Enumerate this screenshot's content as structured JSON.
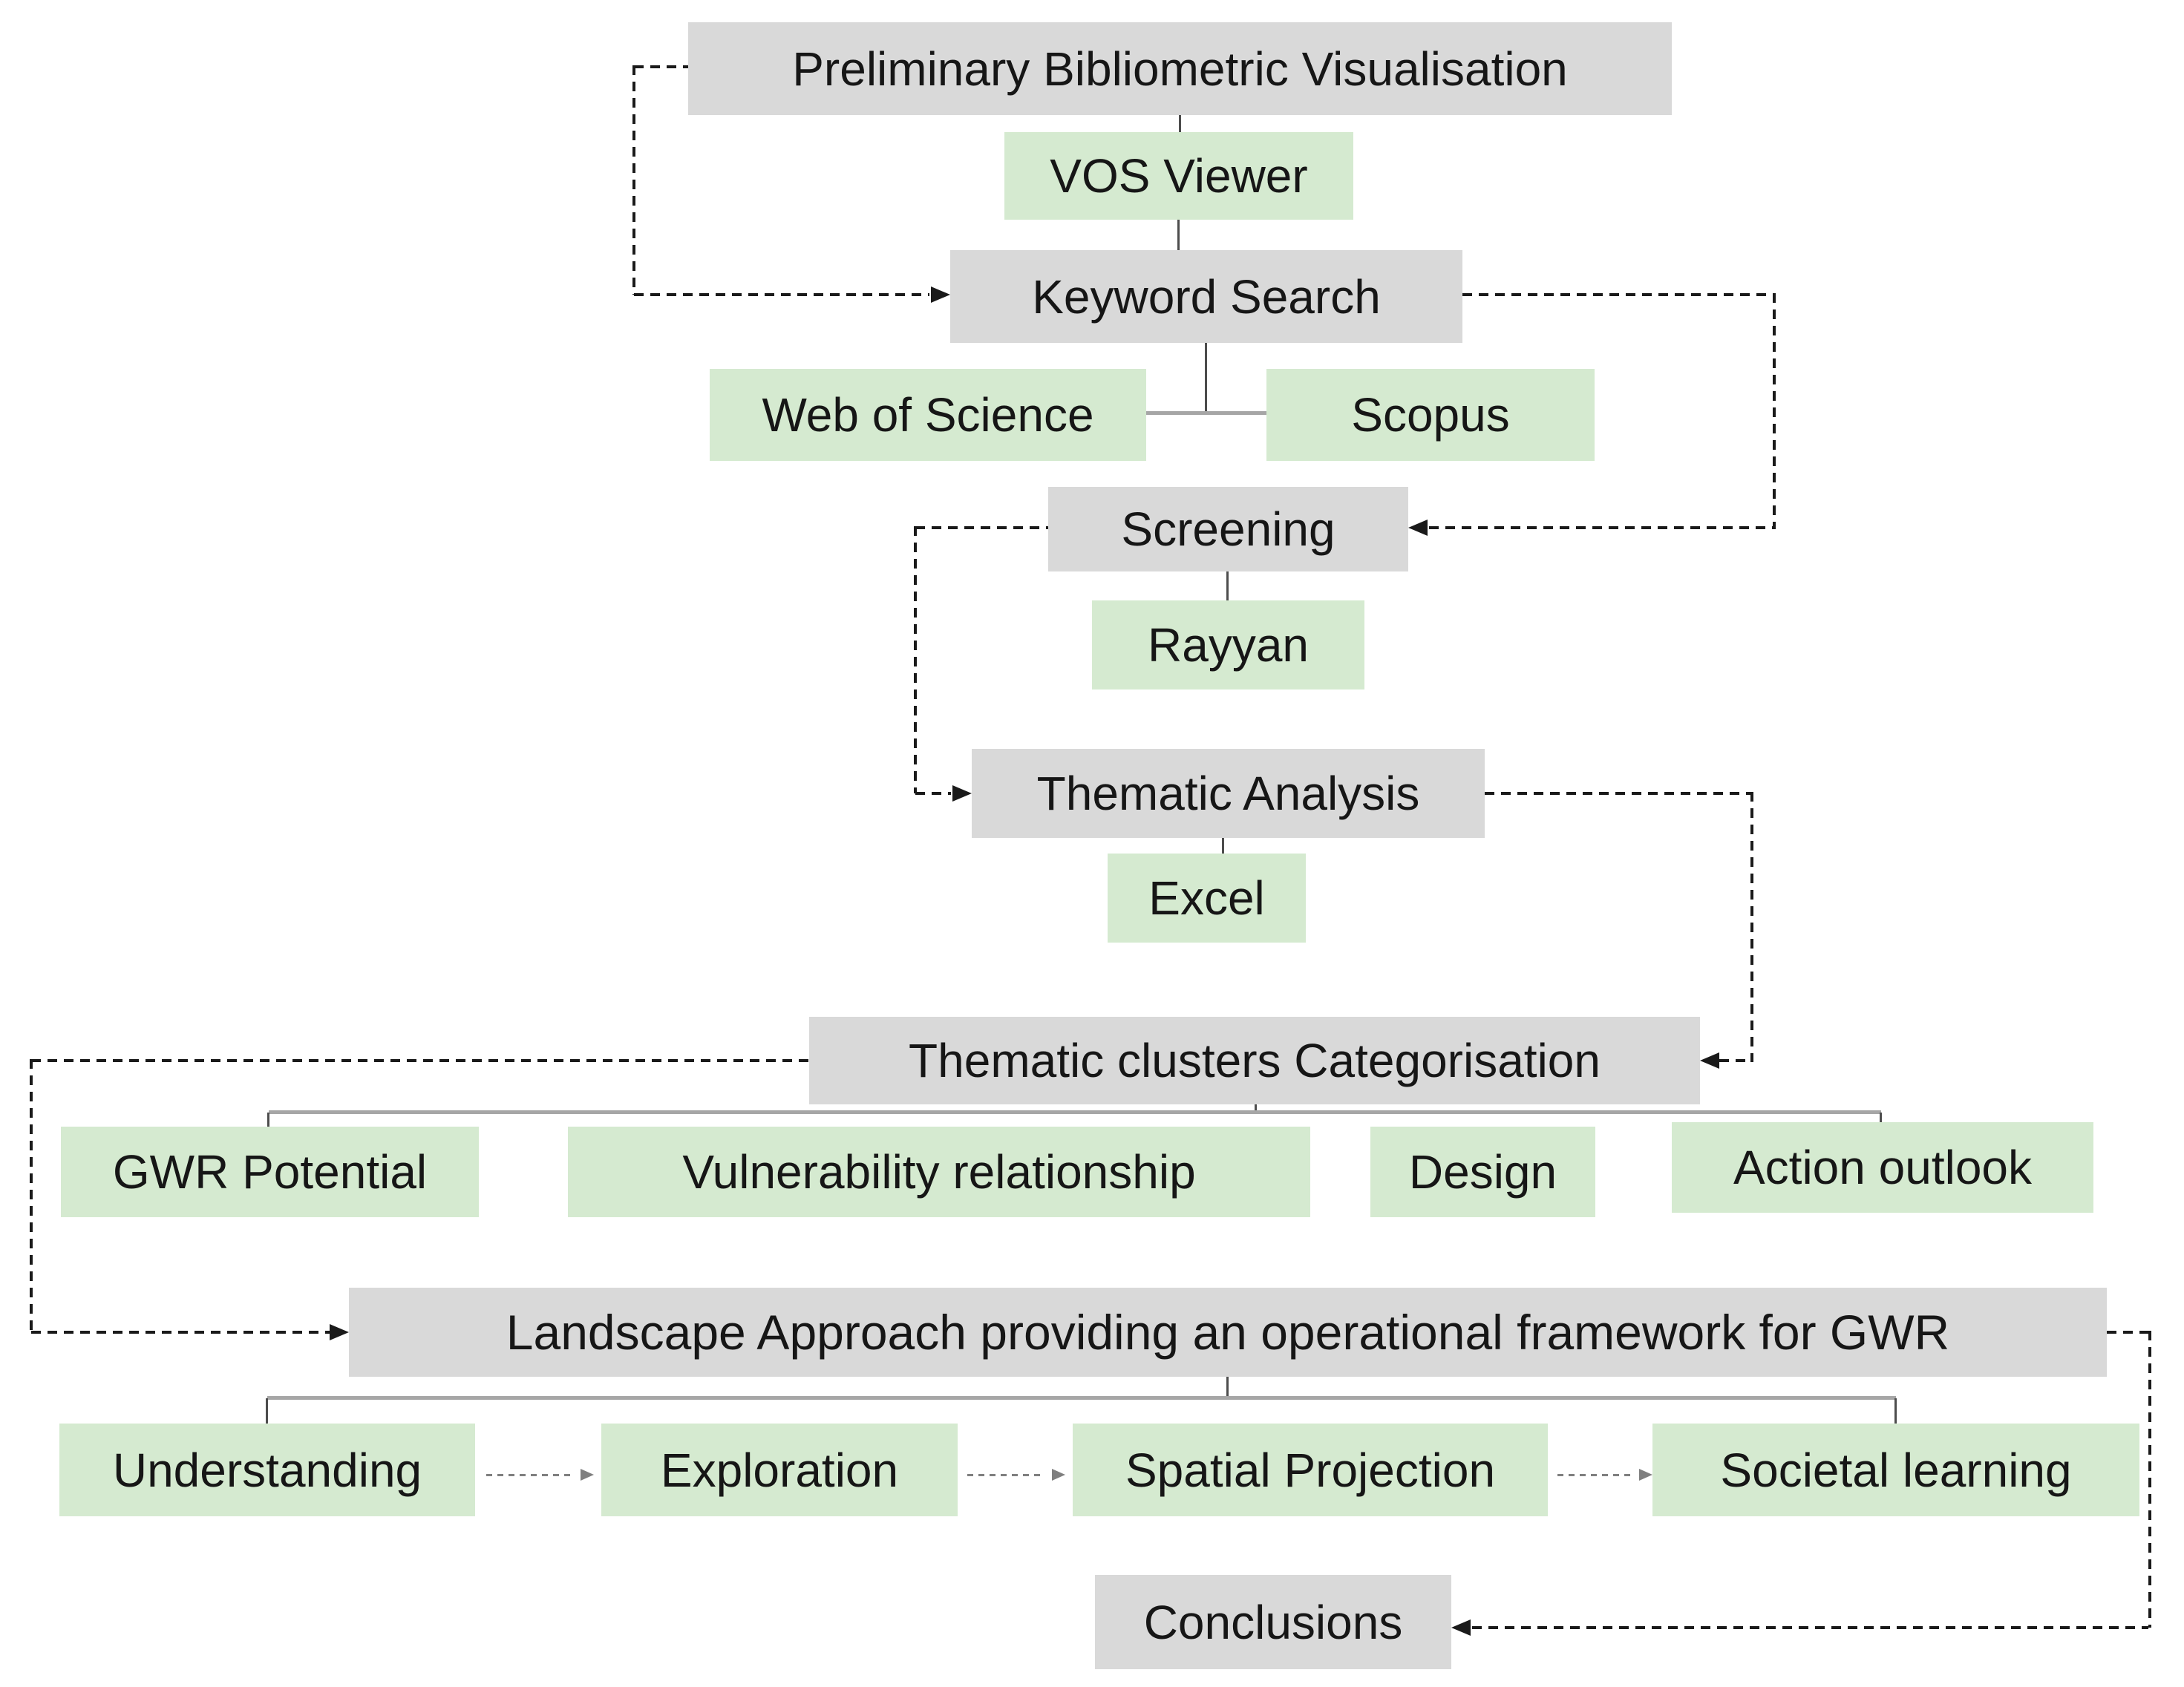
{
  "diagram": {
    "description": "Research methodology flowchart",
    "colors": {
      "process_fill": "#d9d9d9",
      "tool_fill": "#d5ead0",
      "text": "#161616",
      "dashed_routing_line": "#1a1a1a",
      "sequence_arrow": "#7f7f7f",
      "tree_connector": "#a6a6a6"
    },
    "nodes": {
      "prelim": {
        "label": "Preliminary Bibliometric Visualisation",
        "kind": "process"
      },
      "vos": {
        "label": "VOS Viewer",
        "kind": "tool"
      },
      "keyword": {
        "label": "Keyword Search",
        "kind": "process"
      },
      "wos": {
        "label": "Web of Science",
        "kind": "tool"
      },
      "scopus": {
        "label": "Scopus",
        "kind": "tool"
      },
      "screening": {
        "label": "Screening",
        "kind": "process"
      },
      "rayyan": {
        "label": "Rayyan",
        "kind": "tool"
      },
      "thematic": {
        "label": "Thematic Analysis",
        "kind": "process"
      },
      "excel": {
        "label": "Excel",
        "kind": "tool"
      },
      "categorisation": {
        "label": "Thematic clusters Categorisation",
        "kind": "process"
      },
      "gwr": {
        "label": "GWR Potential",
        "kind": "tool"
      },
      "vuln": {
        "label": "Vulnerability relationship",
        "kind": "tool"
      },
      "design": {
        "label": "Design",
        "kind": "tool"
      },
      "action": {
        "label": "Action outlook",
        "kind": "tool"
      },
      "landscape": {
        "label": "Landscape Approach providing an operational framework for GWR",
        "kind": "process"
      },
      "understanding": {
        "label": "Understanding",
        "kind": "tool"
      },
      "exploration": {
        "label": "Exploration",
        "kind": "tool"
      },
      "spatial": {
        "label": "Spatial Projection",
        "kind": "tool"
      },
      "societal": {
        "label": "Societal learning",
        "kind": "tool"
      },
      "conclusions": {
        "label": "Conclusions",
        "kind": "process"
      }
    },
    "edges": [
      {
        "from": "prelim",
        "to": "vos",
        "style": "solid"
      },
      {
        "from": "vos",
        "to": "keyword",
        "style": "solid"
      },
      {
        "from": "keyword",
        "to": "wos",
        "style": "solid-branch"
      },
      {
        "from": "keyword",
        "to": "scopus",
        "style": "solid-branch"
      },
      {
        "from": "prelim",
        "to": "keyword",
        "style": "dashed-arrow"
      },
      {
        "from": "keyword",
        "to": "screening",
        "style": "dashed-arrow"
      },
      {
        "from": "screening",
        "to": "rayyan",
        "style": "solid"
      },
      {
        "from": "screening",
        "to": "thematic",
        "style": "dashed-arrow"
      },
      {
        "from": "thematic",
        "to": "excel",
        "style": "solid"
      },
      {
        "from": "thematic",
        "to": "categorisation",
        "style": "dashed-arrow"
      },
      {
        "from": "categorisation",
        "to": "gwr",
        "style": "solid-branch"
      },
      {
        "from": "categorisation",
        "to": "vuln",
        "style": "solid-branch"
      },
      {
        "from": "categorisation",
        "to": "design",
        "style": "solid-branch"
      },
      {
        "from": "categorisation",
        "to": "action",
        "style": "solid-branch"
      },
      {
        "from": "categorisation",
        "to": "landscape",
        "style": "dashed-arrow"
      },
      {
        "from": "landscape",
        "to": "understanding",
        "style": "solid-branch"
      },
      {
        "from": "landscape",
        "to": "exploration",
        "style": "solid-branch"
      },
      {
        "from": "landscape",
        "to": "spatial",
        "style": "solid-branch"
      },
      {
        "from": "landscape",
        "to": "societal",
        "style": "solid-branch"
      },
      {
        "from": "understanding",
        "to": "exploration",
        "style": "gray-dashed-arrow"
      },
      {
        "from": "exploration",
        "to": "spatial",
        "style": "gray-dashed-arrow"
      },
      {
        "from": "spatial",
        "to": "societal",
        "style": "gray-dashed-arrow"
      },
      {
        "from": "landscape",
        "to": "conclusions",
        "style": "dashed-arrow"
      }
    ]
  }
}
